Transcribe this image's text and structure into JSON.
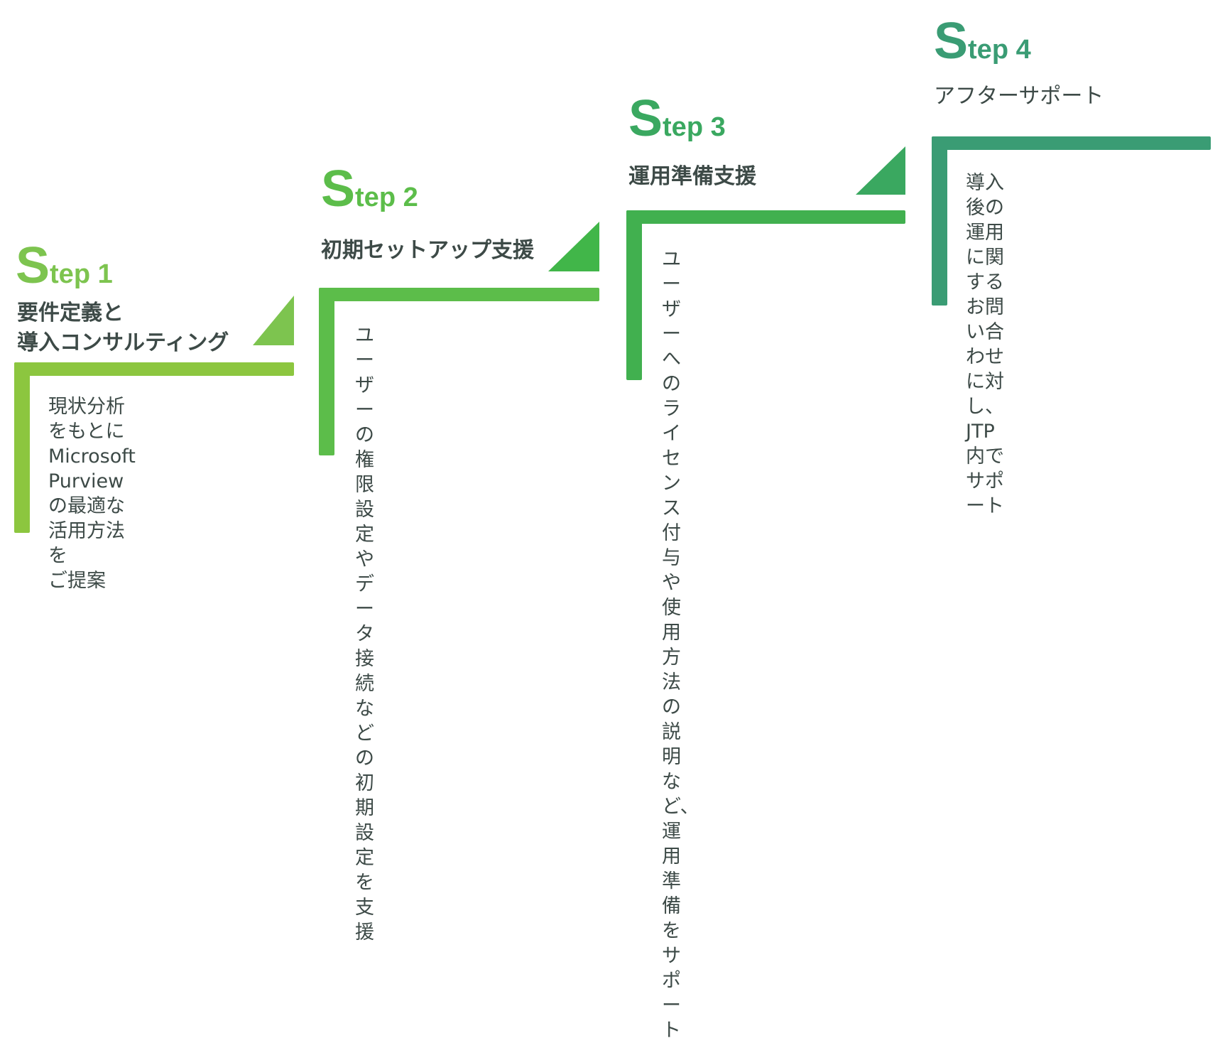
{
  "steps": [
    {
      "prefix": "S",
      "label": "tep 1",
      "title_lines": [
        "要件定義と",
        "導入コンサルティング"
      ],
      "description": "現状分析をもとに\nMicrosoft Purview\nの最適な活用方法を\nご提案",
      "color": "#7dc44f"
    },
    {
      "prefix": "S",
      "label": "tep 2",
      "title_lines": [
        "初期セットアップ支援"
      ],
      "description": "ユーザーの権限設定や\nデータ接続などの初期\n設定を支援",
      "color": "#41b649"
    },
    {
      "prefix": "S",
      "label": "tep 3",
      "title_lines": [
        "運用準備支援"
      ],
      "description": "ユーザーへのライセンス\n付与や使用方法の説明\nなど、運用準備をサポ\nート",
      "color": "#3aa860"
    },
    {
      "prefix": "S",
      "label": "tep 4",
      "title_lines": [
        "アフターサポート"
      ],
      "description": "導入後の運用に関する\nお問い合わせに対し、\nJTP内でサポート",
      "color": "#3a9c74"
    }
  ]
}
